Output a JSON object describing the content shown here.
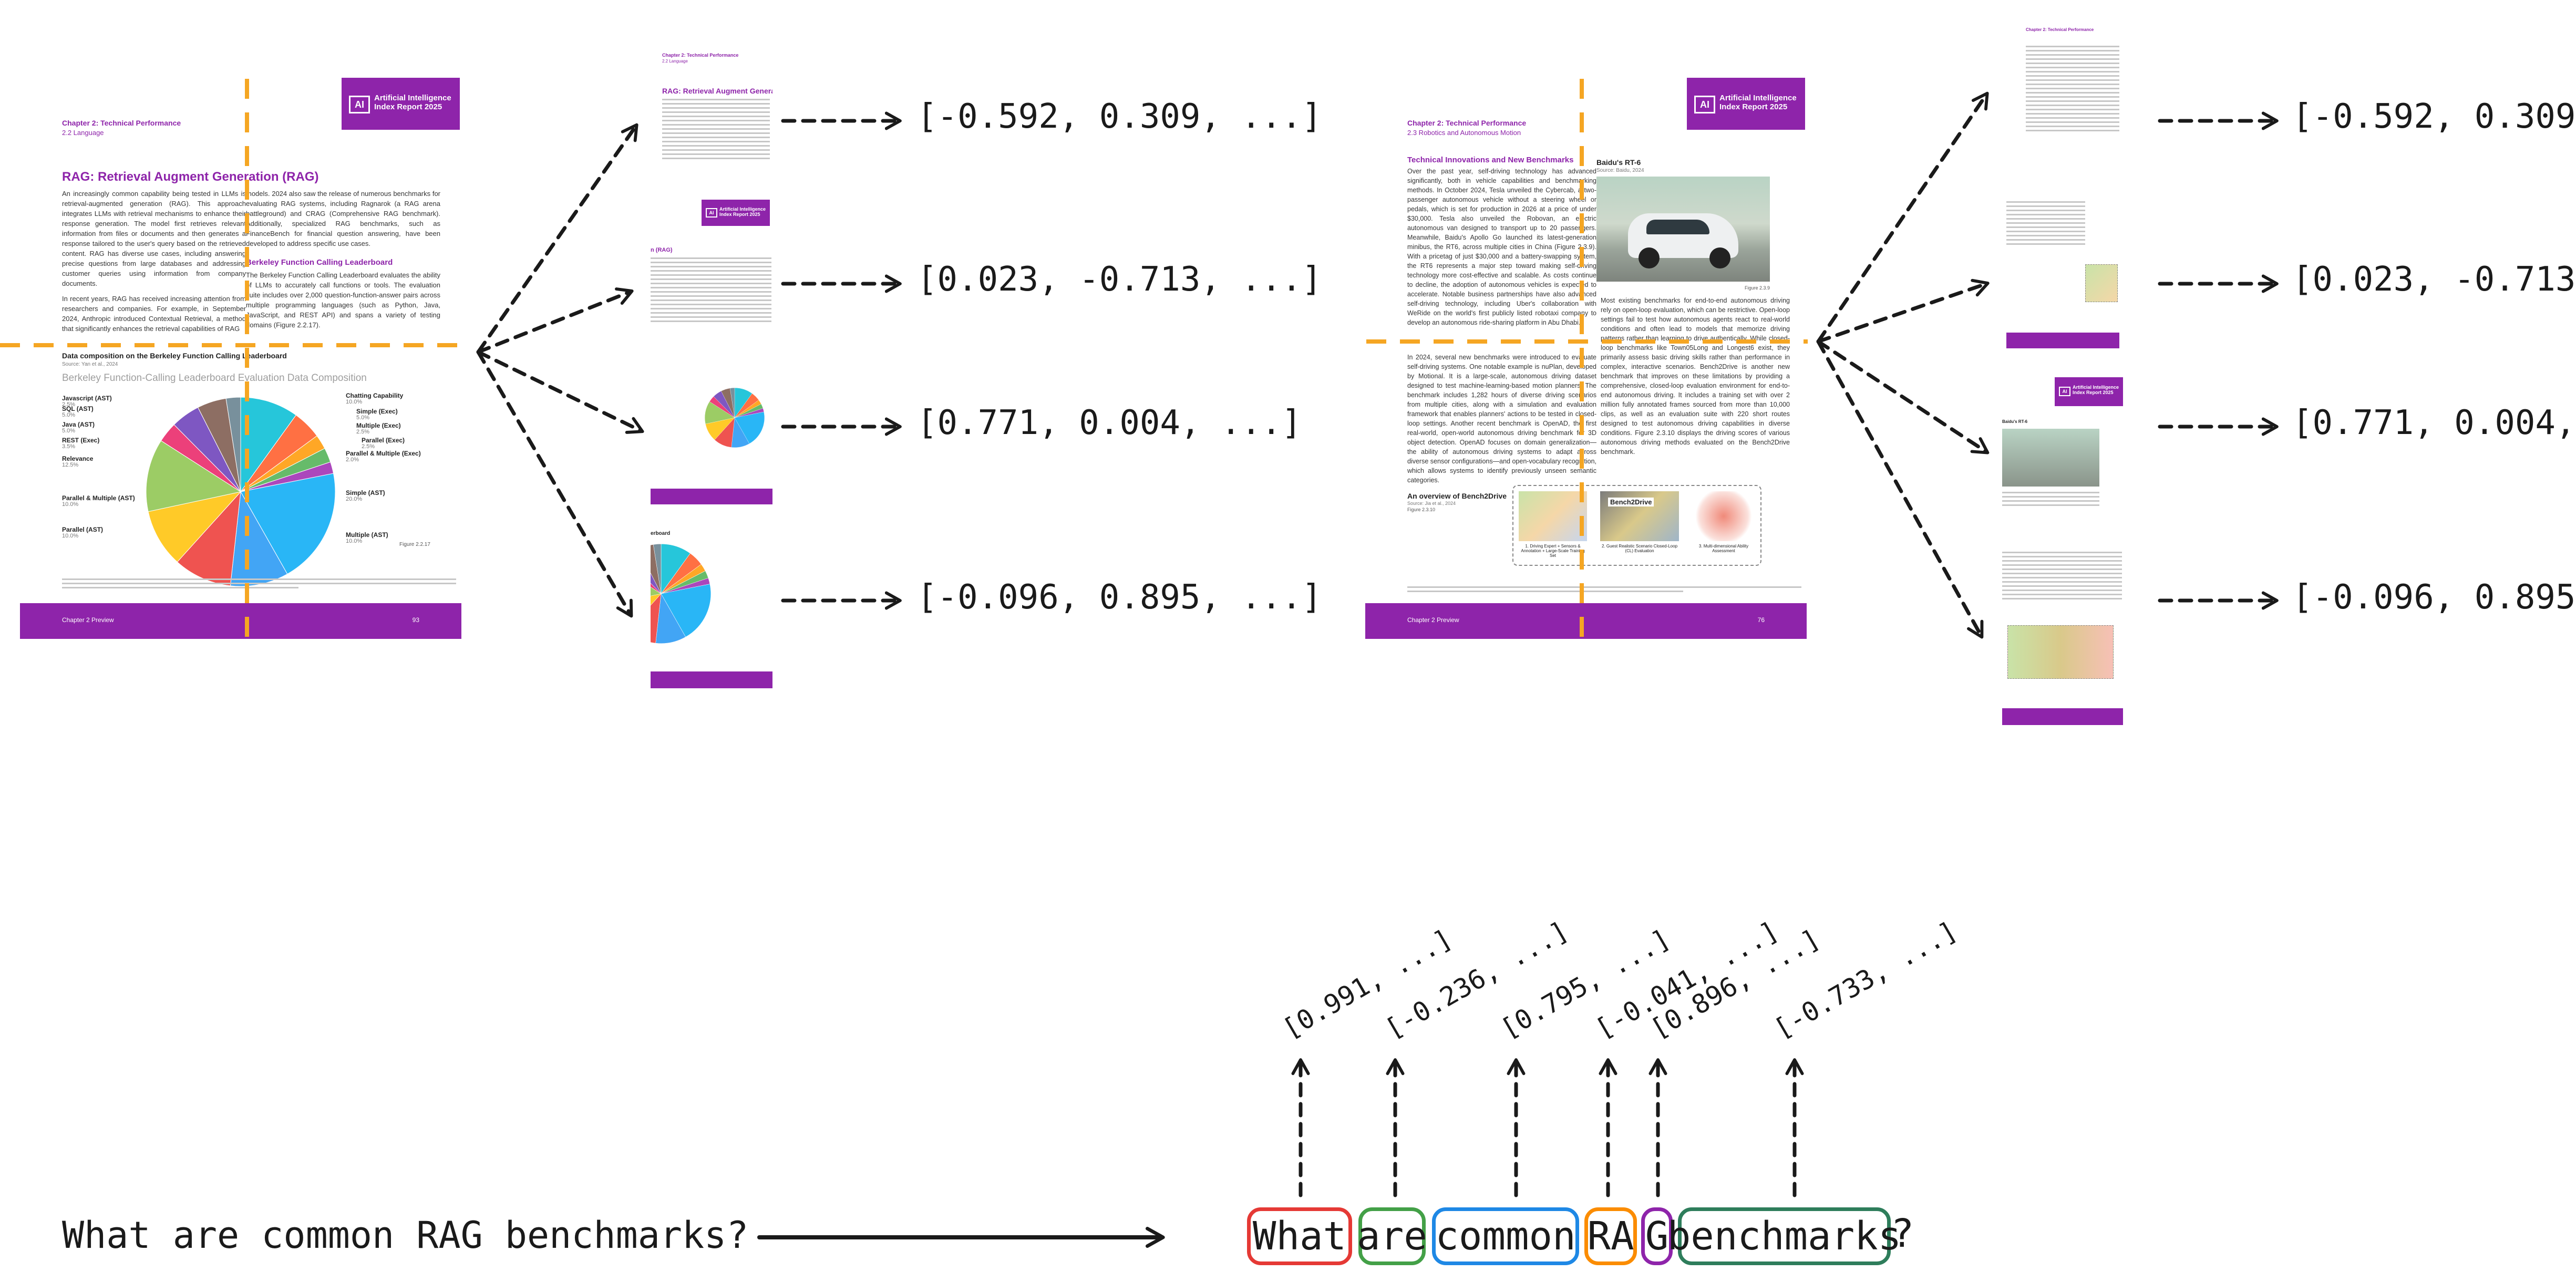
{
  "query": {
    "text": "What are common RAG benchmarks?"
  },
  "tokens": [
    {
      "text": "What",
      "color": "#e53935"
    },
    {
      "text": "are",
      "color": "#43a047"
    },
    {
      "text": "common",
      "color": "#1e88e5"
    },
    {
      "text": "RA",
      "color": "#fb8c00"
    },
    {
      "text": "G",
      "color": "#8e24aa"
    },
    {
      "text": "benchmarks",
      "color": "#2e7d5b"
    }
  ],
  "token_trailing": "?",
  "token_vectors": [
    "[0.991, ...]",
    "[-0.236, ...]",
    "[0.795, ...]",
    "[-0.041, ...]",
    "[0.896, ...]",
    "[-0.733, ...]"
  ],
  "patch_vectors": [
    "[-0.592, 0.309, ...]",
    "[0.023, -0.713, ...]",
    "[0.771, 0.004, ...]",
    "[-0.096, 0.895, ...]"
  ],
  "colors": {
    "accent_orange": "#f5a623",
    "brand_purple": "#8e24aa",
    "ink": "#1a1a1a"
  },
  "page1": {
    "logo": "Artificial Intelligence Index Report 2025",
    "logo_mark": "AI",
    "chapter": "Chapter 2: Technical Performance",
    "section": "2.2 Language",
    "title": "RAG: Retrieval Augment Generation (RAG)",
    "para1": "An increasingly common capability being tested in LLMs is retrieval-augmented generation (RAG). This approach integrates LLMs with retrieval mechanisms to enhance their response generation. The model first retrieves relevant information from files or documents and then generates a response tailored to the user's query based on the retrieved content. RAG has diverse use cases, including answering precise questions from large databases and addressing customer queries using information from company documents.",
    "para2": "In recent years, RAG has received increasing attention from researchers and companies. For example, in September 2024, Anthropic introduced Contextual Retrieval, a method that significantly enhances the retrieval capabilities of RAG",
    "para3": "models. 2024 also saw the release of numerous benchmarks for evaluating RAG systems, including Ragnarok (a RAG arena battleground) and CRAG (Comprehensive RAG benchmark). Additionally, specialized RAG benchmarks, such as FinanceBench for financial question answering, have been developed to address specific use cases.",
    "bfcl_heading": "Berkeley Function Calling Leaderboard",
    "para4": "The Berkeley Function Calling Leaderboard evaluates the ability of LLMs to accurately call functions or tools. The evaluation suite includes over 2,000 question-function-answer pairs across multiple programming languages (such as Python, Java, JavaScript, and REST API) and spans a variety of testing domains (Figure 2.2.17).",
    "chart_title": "Data composition on the Berkeley Function Calling Leaderboard",
    "chart_source": "Source: Yan et al., 2024",
    "chart_subtitle": "Berkeley Function-Calling Leaderboard Evaluation Data Composition",
    "figure": "Figure 2.2.17",
    "footer_left": "Chapter 2 Preview",
    "footer_page": "93"
  },
  "pie": {
    "left_labels": [
      {
        "name": "Javascript (AST)",
        "pct": "2.5%"
      },
      {
        "name": "SQL (AST)",
        "pct": "5.0%"
      },
      {
        "name": "Java (AST)",
        "pct": "5.0%"
      },
      {
        "name": "REST (Exec)",
        "pct": "3.5%"
      },
      {
        "name": "Relevance",
        "pct": "12.5%"
      },
      {
        "name": "Parallel & Multiple (AST)",
        "pct": "10.0%"
      },
      {
        "name": "Parallel (AST)",
        "pct": "10.0%"
      }
    ],
    "right_labels": [
      {
        "name": "Chatting Capability",
        "pct": "10.0%"
      },
      {
        "name": "Simple (Exec)",
        "pct": "5.0%"
      },
      {
        "name": "Multiple (Exec)",
        "pct": "2.5%"
      },
      {
        "name": "Parallel (Exec)",
        "pct": "2.5%"
      },
      {
        "name": "Parallel & Multiple (Exec)",
        "pct": "2.0%"
      },
      {
        "name": "Simple (AST)",
        "pct": "20.0%"
      },
      {
        "name": "Multiple (AST)",
        "pct": "10.0%"
      }
    ]
  },
  "page2": {
    "logo": "Artificial Intelligence Index Report 2025",
    "logo_mark": "AI",
    "chapter": "Chapter 2: Technical Performance",
    "section": "2.3 Robotics and Autonomous Motion",
    "heading": "Technical Innovations and New Benchmarks",
    "para1": "Over the past year, self-driving technology has advanced significantly, both in vehicle capabilities and benchmarking methods. In October 2024, Tesla unveiled the Cybercab, a two-passenger autonomous vehicle without a steering wheel or pedals, which is set for production in 2026 at a price of under $30,000. Tesla also unveiled the Robovan, an electric autonomous van designed to transport up to 20 passengers. Meanwhile, Baidu's Apollo Go launched its latest-generation minibus, the RT6, across multiple cities in China (Figure 2.3.9). With a pricetag of just $30,000 and a battery-swapping system, the RT6 represents a major step toward making self-driving technology more cost-effective and scalable. As costs continue to decline, the adoption of autonomous vehicles is expected to accelerate. Notable business partnerships have also advanced self-driving technology, including Uber's collaboration with WeRide on the world's first publicly listed robotaxi company to develop an autonomous ride-sharing platform in Abu Dhabi.",
    "para2": "In 2024, several new benchmarks were introduced to evaluate self-driving systems. One notable example is nuPlan, developed by Motional. It is a large-scale, autonomous driving dataset designed to test machine-learning-based motion planners. The benchmark includes 1,282 hours of diverse driving scenarios from multiple cities, along with a simulation and evaluation framework that enables planners' actions to be tested in closed-loop settings. Another recent benchmark is OpenAD, the first real-world, open-world autonomous driving benchmark for 3D object detection. OpenAD focuses on domain generalization—the ability of autonomous driving systems to adapt across diverse sensor configurations—and open-vocabulary recognition, which allows systems to identify previously unseen semantic categories.",
    "image_title": "Baidu's RT-6",
    "image_source": "Source: Baidu, 2024",
    "image_figure": "Figure 2.3.9",
    "para3": "Most existing benchmarks for end-to-end autonomous driving rely on open-loop evaluation, which can be restrictive. Open-loop settings fail to test how autonomous agents react to real-world conditions and often lead to models that memorize driving patterns rather than learning to drive authentically. While closed-loop benchmarks like Town05Long and Longest6 exist, they primarily assess basic driving skills rather than performance in complex, interactive scenarios. Bench2Drive is another new benchmark that improves on these limitations by providing a comprehensive, closed-loop evaluation environment for end-to-end autonomous driving. It includes a training set with over 2 million fully annotated frames sourced from more than 10,000 clips, as well as an evaluation suite with 220 short routes designed to test autonomous driving capabilities in diverse conditions. Figure 2.3.10 displays the driving scores of various autonomous driving methods evaluated on the Bench2Drive benchmark.",
    "fig_title": "An overview of Bench2Drive",
    "fig_source": "Source: Jia et al., 2024",
    "fig_figure": "Figure 2.3.10",
    "fig_center_label": "Bench2Drive",
    "fig_caption1": "1. Driving Expert + Sensors & Annotation + Large-Scale Training Set",
    "fig_caption2": "2. Guest Realistic Scenario Closed-Loop (CL) Evaluation",
    "fig_caption3": "3. Multi-dimensional Ability Assessment",
    "footer_left": "Chapter 2 Preview",
    "footer_page": "76"
  }
}
